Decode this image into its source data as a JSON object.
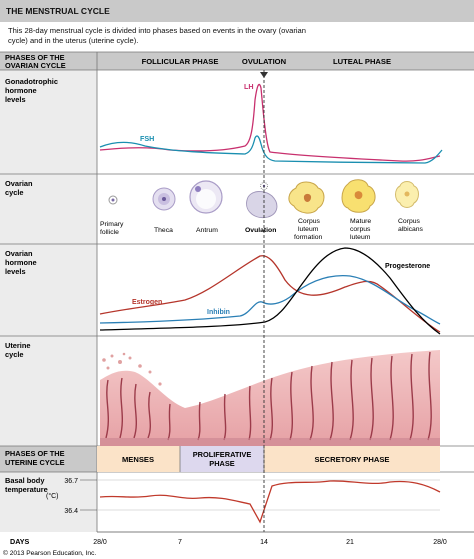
{
  "title": "THE MENSTRUAL CYCLE",
  "intro": "This 28-day menstrual cycle is divided into phases based on events in the ovary (ovarian cycle) and in the uterus (uterine cycle).",
  "ovarian_phases": {
    "row_label_1": "PHASES OF THE",
    "row_label_2": "OVARIAN CYCLE",
    "follicular": "FOLLICULAR PHASE",
    "ovulation": "OVULATION",
    "luteal": "LUTEAL PHASE"
  },
  "gonadotropic": {
    "label_1": "Gonadotrophic",
    "label_2": "hormone",
    "label_3": "levels",
    "lh": "LH",
    "fsh": "FSH"
  },
  "ovarian_cycle": {
    "label_1": "Ovarian",
    "label_2": "cycle",
    "primary_1": "Primary",
    "primary_2": "follicle",
    "theca": "Theca",
    "antrum": "Antrum",
    "ovulation": "Ovulation",
    "cl_form_1": "Corpus",
    "cl_form_2": "luteum",
    "cl_form_3": "formation",
    "cl_mature_1": "Mature",
    "cl_mature_2": "corpus",
    "cl_mature_3": "luteum",
    "ca_1": "Corpus",
    "ca_2": "albicans"
  },
  "ovarian_hormones": {
    "label_1": "Ovarian",
    "label_2": "hormone",
    "label_3": "levels",
    "estrogen": "Estrogen",
    "inhibin": "Inhibin",
    "progesterone": "Progesterone"
  },
  "uterine": {
    "label_1": "Uterine",
    "label_2": "cycle"
  },
  "uterine_phases": {
    "row_label_1": "PHASES OF THE",
    "row_label_2": "UTERINE CYCLE",
    "menses": "MENSES",
    "prolif_1": "PROLIFERATIVE",
    "prolif_2": "PHASE",
    "secretory": "SECRETORY PHASE"
  },
  "temperature": {
    "label_1": "Basal body",
    "label_2": "temperature",
    "unit": "(°C)",
    "high": "36.7",
    "low": "36.4"
  },
  "days": {
    "label": "DAYS",
    "ticks": [
      "28/0",
      "7",
      "14",
      "21",
      "28/0"
    ]
  },
  "copyright": "© 2013 Pearson Education, Inc.",
  "colors": {
    "lh": "#c8306e",
    "fsh": "#1a8fb0",
    "estrogen": "#b5352b",
    "inhibin": "#2a7fb5",
    "progesterone": "#000000",
    "temperature": "#c0392b",
    "menses": "#fbe3c8",
    "proliferative": "#ddd8ee",
    "secretory": "#fbe3c8",
    "header": "#c9c9c9",
    "panel": "#ececec"
  }
}
